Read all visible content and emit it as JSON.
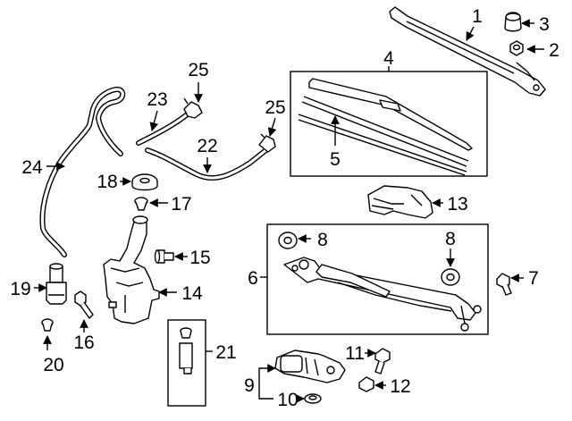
{
  "callouts": {
    "c1": "1",
    "c2": "2",
    "c3": "3",
    "c4": "4",
    "c5": "5",
    "c6": "6",
    "c7": "7",
    "c8a": "8",
    "c8b": "8",
    "c9": "9",
    "c10": "10",
    "c11": "11",
    "c12": "12",
    "c13": "13",
    "c14": "14",
    "c15": "15",
    "c16": "16",
    "c17": "17",
    "c18": "18",
    "c19": "19",
    "c20": "20",
    "c21": "21",
    "c22": "22",
    "c23": "23",
    "c24": "24",
    "c25a": "25",
    "c25b": "25"
  }
}
